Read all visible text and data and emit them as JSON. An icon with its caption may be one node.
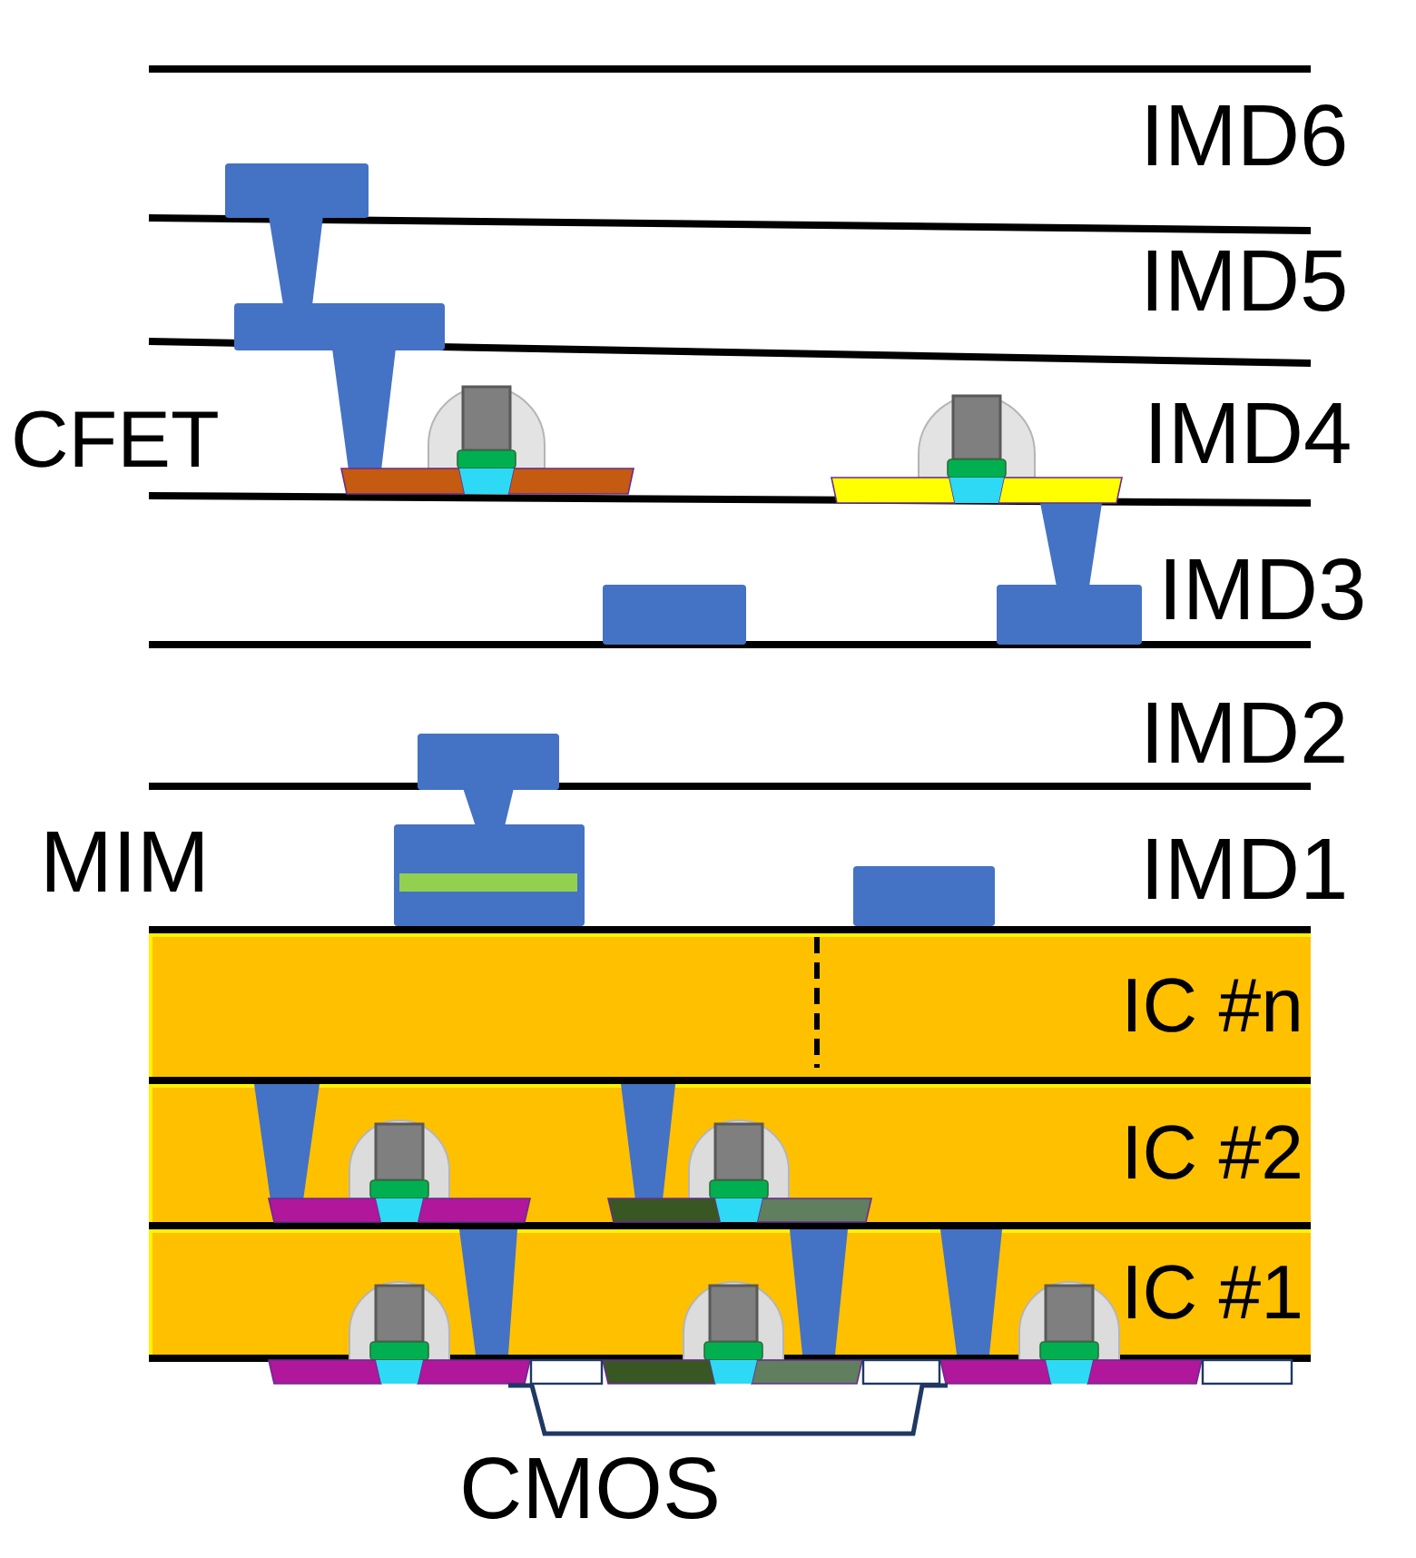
{
  "diagram": {
    "nodes": [
      {
        "text": [
          "IC #n"
        ]
      },
      {
        "text": [
          "IC #2"
        ]
      },
      {
        "text": [
          "IC #1"
        ]
      }
    ],
    "labels": [
      "IMD6",
      "IMD5",
      "CFET",
      "IMD4",
      "IMD3",
      "IMD2",
      "MIM",
      "IMD1",
      "CMOS"
    ]
  }
}
